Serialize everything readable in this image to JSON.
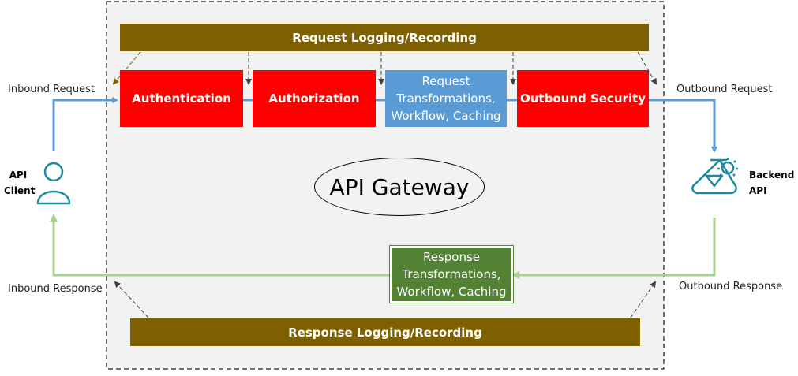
{
  "gateway": {
    "title": "API Gateway"
  },
  "logging": {
    "request": "Request Logging/Recording",
    "response": "Response Logging/Recording"
  },
  "request_pipeline": {
    "authentication": "Authentication",
    "authorization": "Authorization",
    "transformations": [
      "Request",
      "Transformations,",
      "Workflow, Caching"
    ],
    "outbound_security": "Outbound Security"
  },
  "response_pipeline": {
    "transformations": [
      "Response",
      "Transformations,",
      "Workflow, Caching"
    ]
  },
  "flows": {
    "inbound_request": "Inbound Request",
    "outbound_request": "Outbound Request",
    "inbound_response": "Inbound Response",
    "outbound_response": "Outbound Response"
  },
  "actors": {
    "client": [
      "API",
      "Client"
    ],
    "backend": [
      "Backend",
      "API"
    ]
  },
  "colors": {
    "request_flow": "#5b9bd5",
    "response_flow": "#a9d18e",
    "logging": "#7f6000",
    "security": "#ff0000",
    "icon": "#1f8a9c"
  }
}
